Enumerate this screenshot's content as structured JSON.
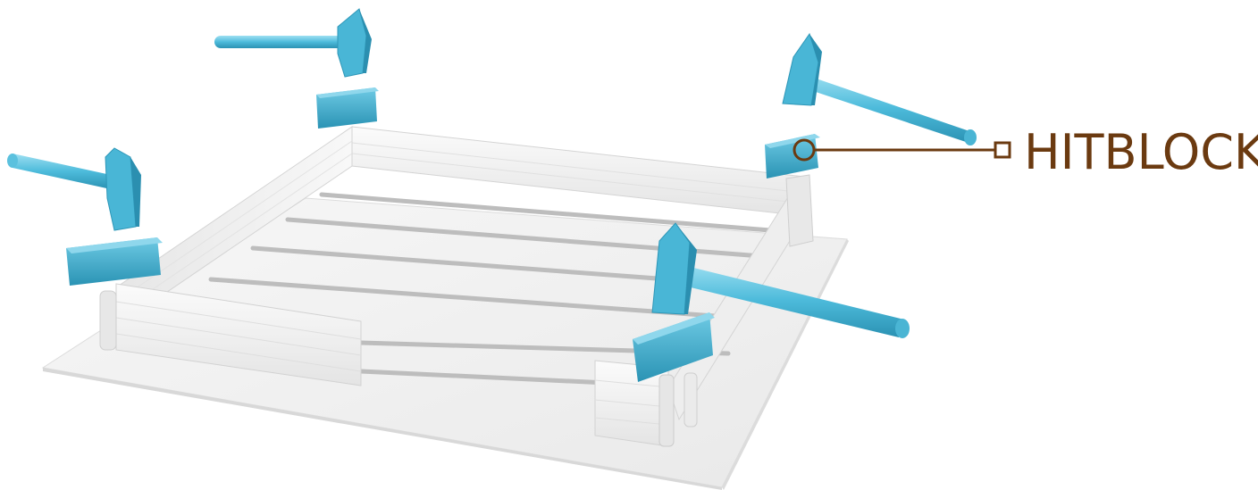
{
  "callout": {
    "label": "HITBLOCK",
    "color": "#6b3a10"
  },
  "colors": {
    "tool": "#49b6d6",
    "tool_dark": "#2e97b8",
    "tool_light": "#8fd7ec",
    "frame": "#f1f1f1",
    "frame_shade": "#d9d9d9",
    "base": "#f4f4f4"
  },
  "parts": {
    "hammers": 4,
    "hit_blocks": 4,
    "floor_slats": 6
  }
}
